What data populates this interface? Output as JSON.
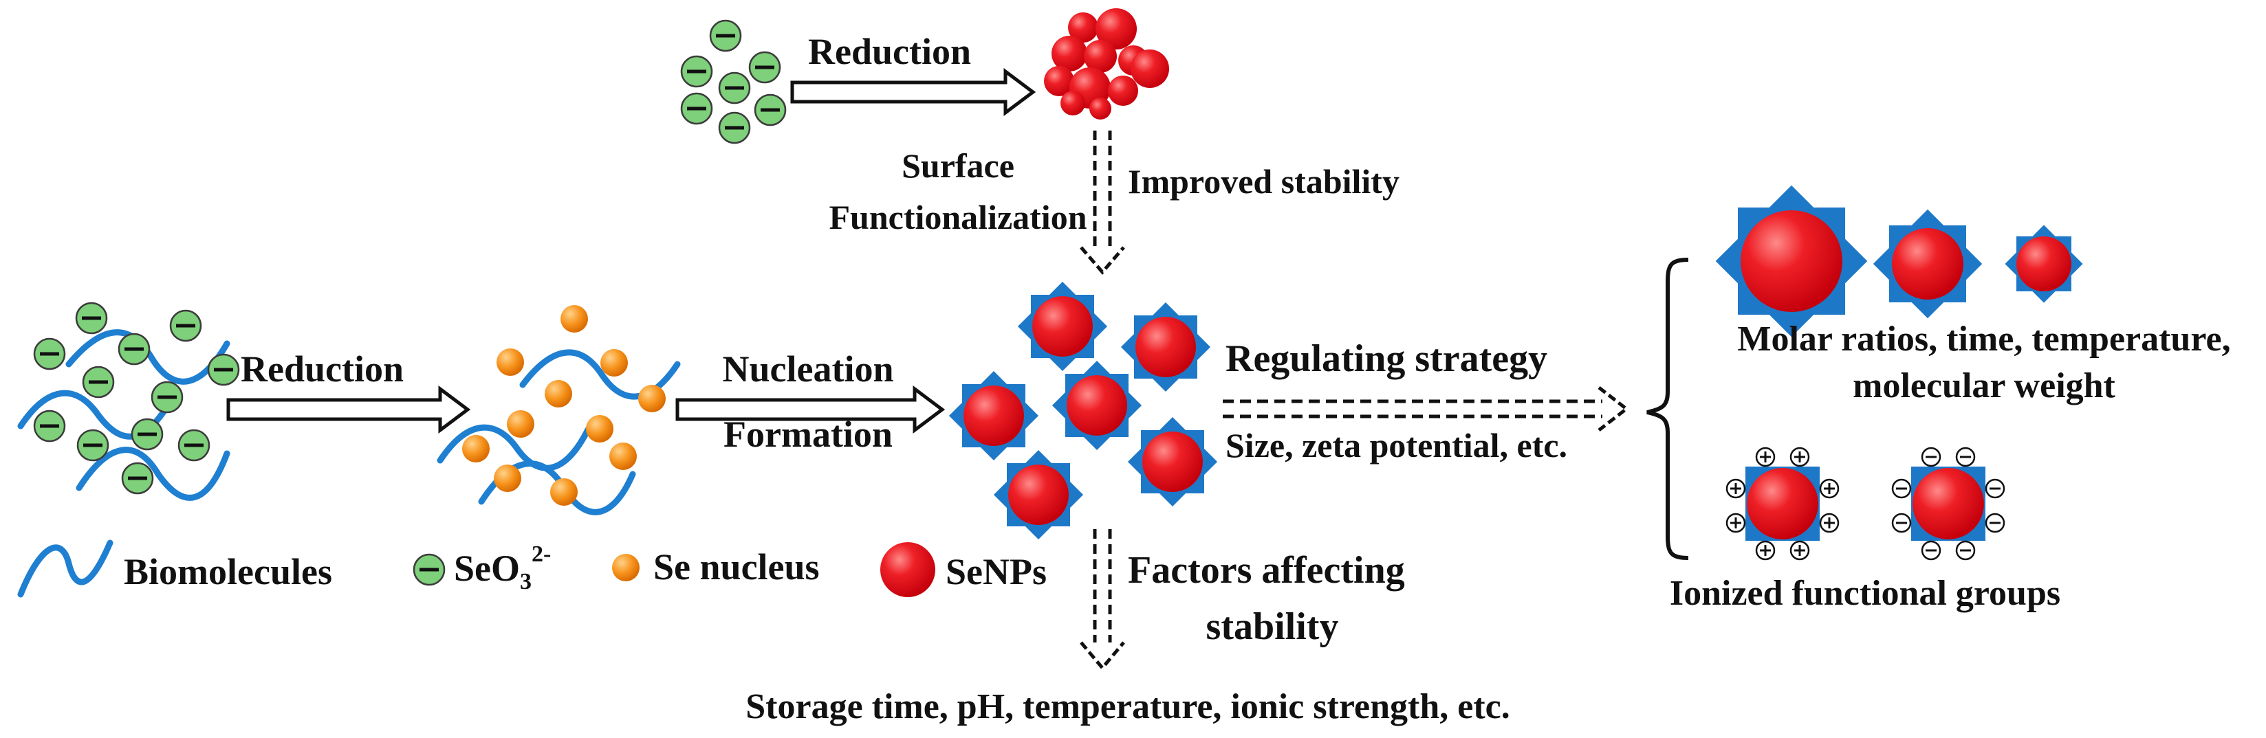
{
  "labels": {
    "reduction_top": "Reduction",
    "surface_line1": "Surface",
    "surface_line2": "Functionalization",
    "improved_stability": "Improved stability",
    "reduction_left": "Reduction",
    "nucleation": "Nucleation",
    "formation": "Formation",
    "regulating_strategy": "Regulating strategy",
    "size_zeta": "Size, zeta potential, etc.",
    "molar_line1": "Molar ratios, time, temperature,",
    "molar_line2": "molecular weight",
    "ionized": "Ionized functional groups",
    "factors_line1": "Factors affecting",
    "factors_line2": "stability",
    "storage": "Storage time, pH, temperature, ionic strength, etc."
  },
  "legend": {
    "biomolecules": "Biomolecules",
    "seo3_base": "SeO",
    "seo3_sub": "3",
    "seo3_sup": "2-",
    "se_nucleus": "Se nucleus",
    "senps": "SeNPs"
  },
  "colors": {
    "ion_fill": "#7ed07a",
    "nucleus_fill": "#f7941d",
    "particle_red": "#e8101e",
    "shell_blue": "#1e78c8",
    "wave_blue": "#1f7fd1",
    "text": "#111111"
  },
  "icons": [
    "negative-ion-icon",
    "se-nucleus-icon",
    "senp-icon",
    "biomolecule-wave-icon",
    "positive-charge-icon",
    "negative-charge-icon"
  ]
}
